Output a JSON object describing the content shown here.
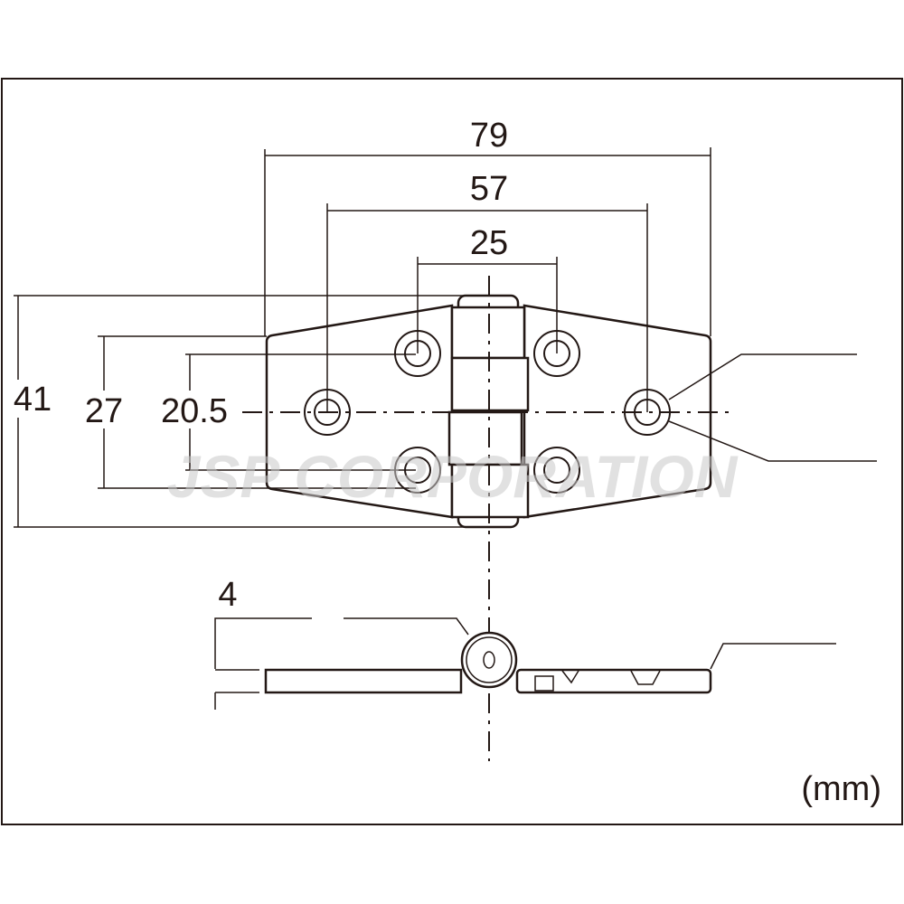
{
  "watermark": "JSP CORPORATION",
  "units": "(mm)",
  "dimensions": {
    "overall_width": "79",
    "outer_hole_pitch": "57",
    "inner_hole_pitch": "25",
    "overall_height": "41",
    "plate_end_height": "27",
    "hole_vertical_pitch": "20.5",
    "thickness": "4"
  }
}
